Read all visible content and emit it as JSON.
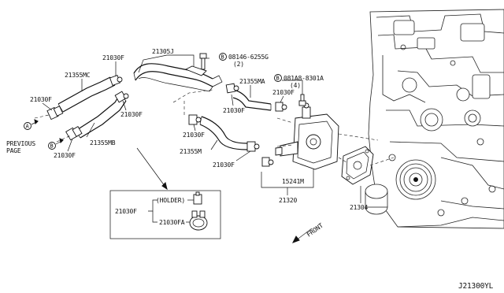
{
  "labels": {
    "hose_top": "21305J",
    "clip_top_left": "21030F",
    "hose_left": "21355MC",
    "clip_left": "21030F",
    "clip_mid": "21030F",
    "hose_lower_left": "21355MB",
    "clip_lower_left": "21030F",
    "previous_page_line1": "PREVIOUS",
    "previous_page_line2": "PAGE",
    "marker_a": "A",
    "marker_b": "B",
    "bolt_top": "08146-6255G",
    "bolt_top_qty": "(2)",
    "bolt_top_circle": "B",
    "hose_right": "21355MA",
    "bolt_right": "081A8-8301A",
    "bolt_right_qty": "(4)",
    "bolt_right_circle": "B",
    "clip_right": "21030F",
    "clip_center": "21030F",
    "clip_center_low": "21030F",
    "hose_center": "21355M",
    "clip_lower_center": "21030F",
    "cooler_assembly": "15241M",
    "cooler": "21320",
    "gasket": "21304",
    "inset_part": "21030F",
    "inset_holder": "(HOLDER)",
    "inset_variant": "21030FA",
    "front_arrow": "FRONT",
    "diagram_code": "J21300YL"
  }
}
